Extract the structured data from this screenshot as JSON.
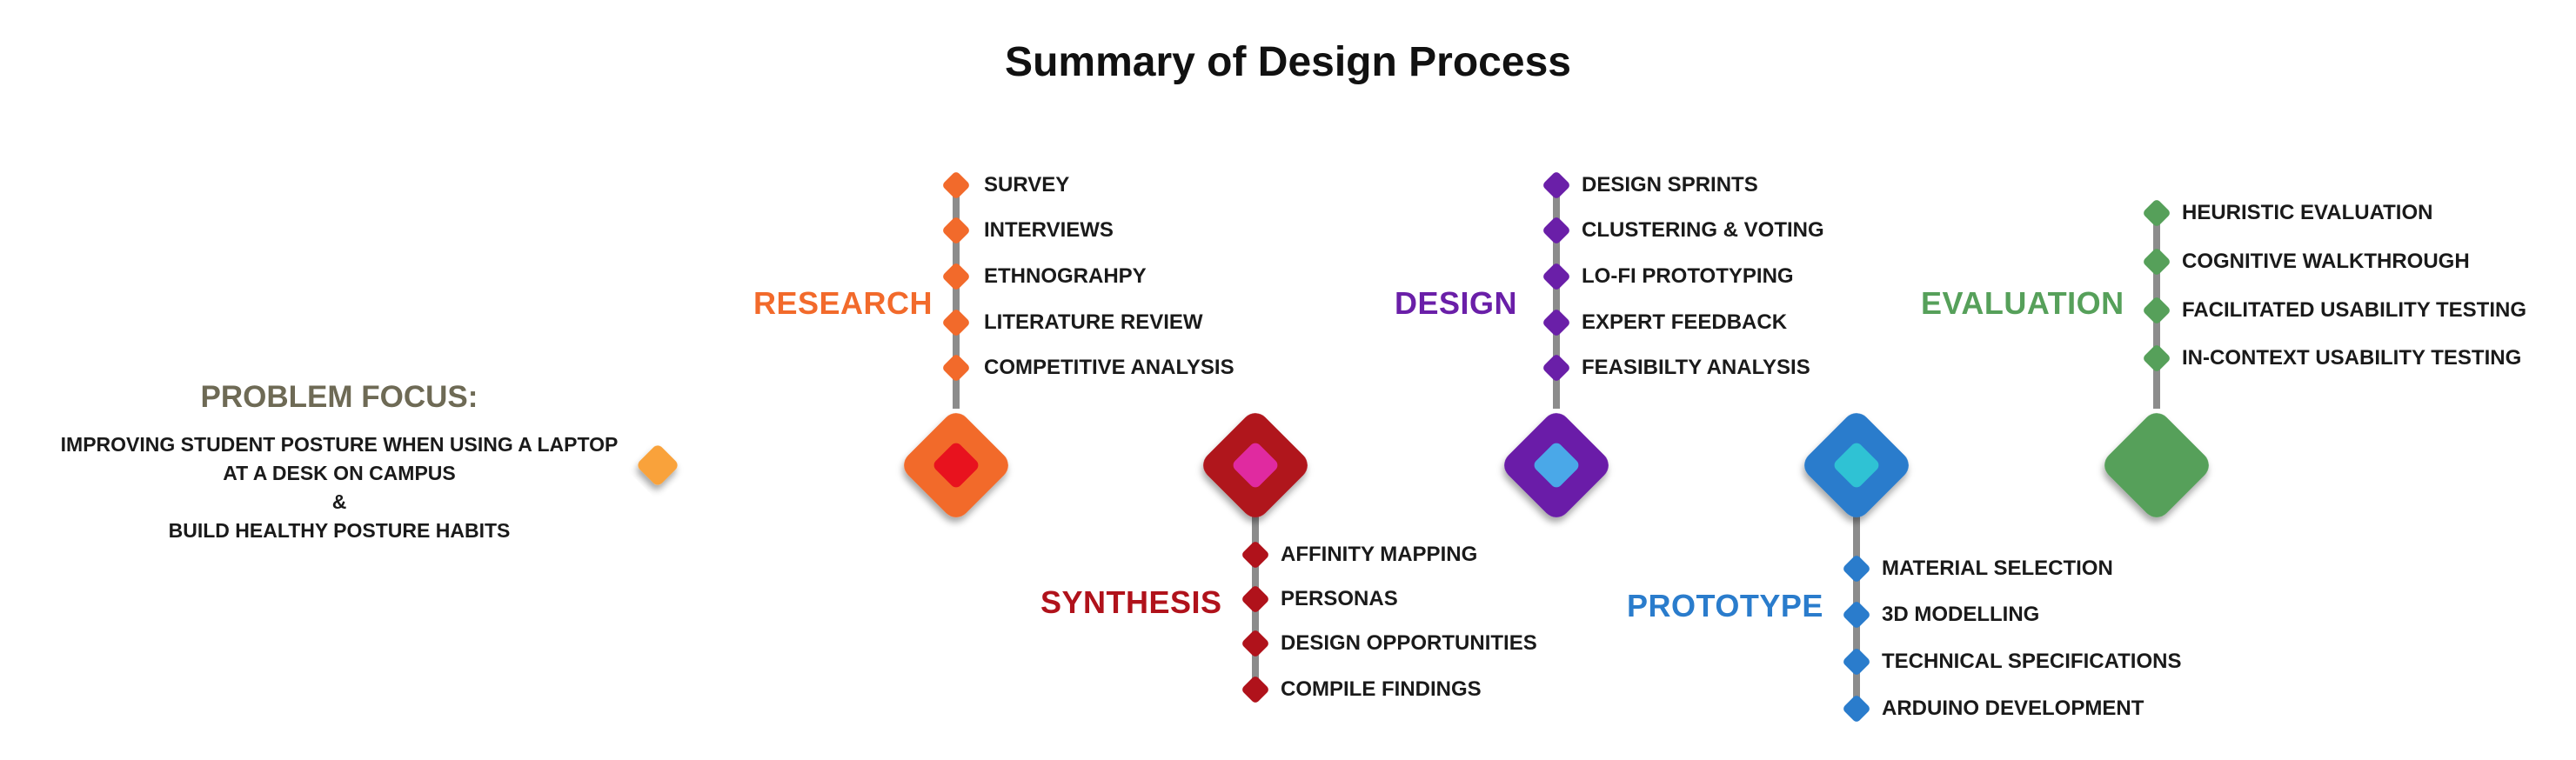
{
  "title": "Summary of Design Process",
  "problem": {
    "heading": "PROBLEM FOCUS:",
    "lines": [
      "IMPROVING STUDENT POSTURE WHEN USING A LAPTOP",
      "AT A DESK ON CAMPUS",
      "&",
      "BUILD HEALTHY POSTURE HABITS"
    ]
  },
  "colors": {
    "research": "#f26a2b",
    "synthesis": "#b0121b",
    "design": "#6a1fa8",
    "prototype": "#2a7ccc",
    "evaluation": "#56a05a",
    "problem": "#6e6a55",
    "start_node": "#f9a23a",
    "stem": "#8c8c8c"
  },
  "phases": {
    "research": {
      "label": "RESEARCH",
      "items": [
        "SURVEY",
        "INTERVIEWS",
        "ETHNOGRAHPY",
        "LITERATURE REVIEW",
        "COMPETITIVE ANALYSIS"
      ]
    },
    "synthesis": {
      "label": "SYNTHESIS",
      "items": [
        "AFFINITY MAPPING",
        "PERSONAS",
        "DESIGN OPPORTUNITIES",
        "COMPILE FINDINGS"
      ]
    },
    "design": {
      "label": "DESIGN",
      "items": [
        "DESIGN SPRINTS",
        "CLUSTERING & VOTING",
        "LO-FI PROTOTYPING",
        "EXPERT FEEDBACK",
        "FEASIBILTY ANALYSIS"
      ]
    },
    "prototype": {
      "label": "PROTOTYPE",
      "items": [
        "MATERIAL SELECTION",
        "3D MODELLING",
        "TECHNICAL SPECIFICATIONS",
        "ARDUINO DEVELOPMENT"
      ]
    },
    "evaluation": {
      "label": "EVALUATION",
      "items": [
        "HEURISTIC EVALUATION",
        "COGNITIVE WALKTHROUGH",
        "FACILITATED USABILITY TESTING",
        "IN-CONTEXT USABILITY TESTING"
      ]
    }
  }
}
